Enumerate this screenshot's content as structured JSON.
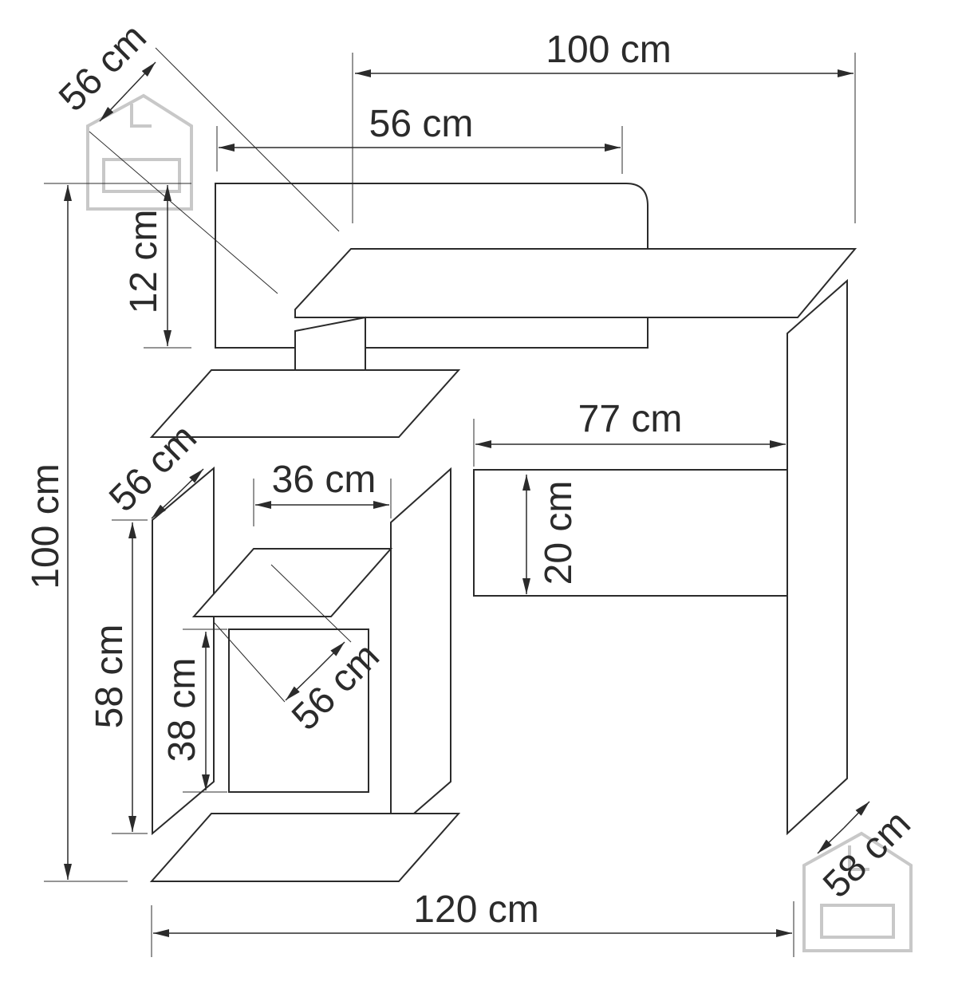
{
  "colors": {
    "line": "#2b2b2b",
    "logo": "#c8c8c8",
    "background": "#ffffff"
  },
  "dimensions": {
    "top_width": "100 cm",
    "shelf_width": "56 cm",
    "upper_depth": "56 cm",
    "shelf_height": "12 cm",
    "total_height": "100 cm",
    "inner_width": "77 cm",
    "panel_height": "20 cm",
    "side_depth": "56 cm",
    "niche_width": "36 cm",
    "cabinet_height": "58 cm",
    "niche_height": "38 cm",
    "inner_depth": "56 cm",
    "total_width": "120 cm",
    "leg_depth": "58 cm"
  },
  "icons": [
    "brand-house-logo-icon",
    "brand-house-logo-icon"
  ]
}
